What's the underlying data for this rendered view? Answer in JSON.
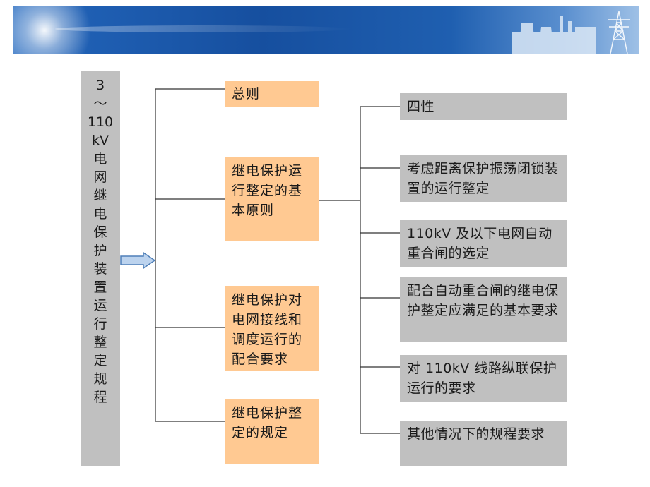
{
  "banner": {
    "icons": [
      "power-plant-silhouette",
      "transmission-tower-silhouette"
    ]
  },
  "title_chars": [
    "3",
    "～",
    "110",
    "kV",
    "电",
    "网",
    "继",
    "电",
    "保",
    "护",
    "装",
    "置",
    "运",
    "行",
    "整",
    "定",
    "规",
    "程"
  ],
  "middle": [
    "总则",
    "继电保护运行整定的基本原则",
    "继电保护对电网接线和调度运行的配合要求",
    "继电保护整定的规定"
  ],
  "right": [
    "四性",
    "考虑距离保护振荡闭锁装置的运行整定",
    "110kV 及以下电网自动重合闸的选定",
    "配合自动重合闸的继电保护整定应满足的基本要求",
    "对 110kV 线路纵联保护运行的要求",
    "其他情况下的规程要求"
  ],
  "colors": {
    "orange_box": "#ffc992",
    "gray_box": "#c0c0c0",
    "banner_blue": "#164f9f"
  }
}
